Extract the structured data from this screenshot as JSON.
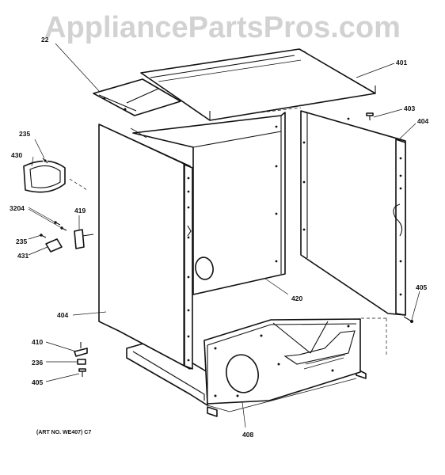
{
  "watermark": "AppliancePartsPros.com",
  "art_note": "(ART NO. WE407) C7",
  "part_labels": {
    "p22x": "22",
    "p401": "401",
    "p403": "403",
    "p404_right": "404",
    "p235_top": "235",
    "p430": "430",
    "p3204": "3204",
    "p419": "419",
    "p235_mid": "235",
    "p431": "431",
    "p405_right": "405",
    "p420": "420",
    "p404_left": "404",
    "p410": "410",
    "p236": "236",
    "p405_left": "405",
    "p408": "408"
  }
}
